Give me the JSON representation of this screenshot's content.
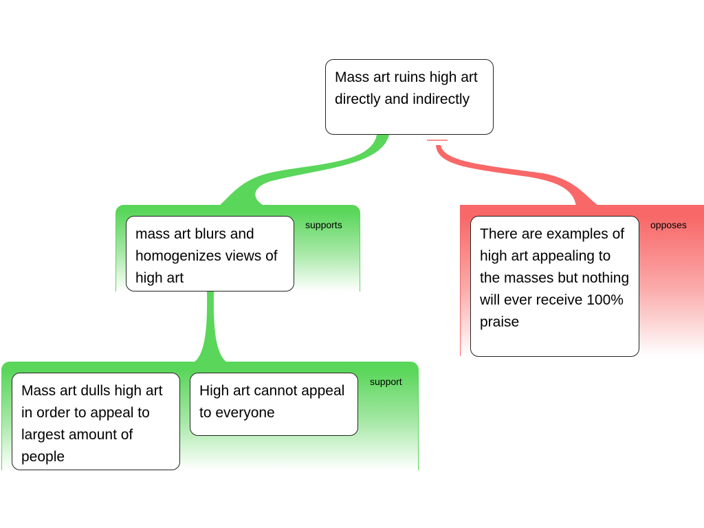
{
  "colors": {
    "support": "#5ad65a",
    "oppose": "#f86868"
  },
  "root": {
    "text": "Mass art ruins high art directly and indirectly"
  },
  "groups": [
    {
      "relation": "supports",
      "color": "support",
      "nodes": [
        {
          "text": "mass art blurs and homogenizes views of high art"
        }
      ],
      "children": [
        {
          "relation": "support",
          "color": "support",
          "nodes": [
            {
              "text": "Mass art dulls high art in order to appeal to largest amount of people"
            },
            {
              "text": "High art cannot appeal to everyone"
            }
          ]
        }
      ]
    },
    {
      "relation": "opposes",
      "color": "oppose",
      "nodes": [
        {
          "text": "There are examples of high art appealing to the masses but nothing will ever receive 100% praise"
        }
      ]
    }
  ]
}
